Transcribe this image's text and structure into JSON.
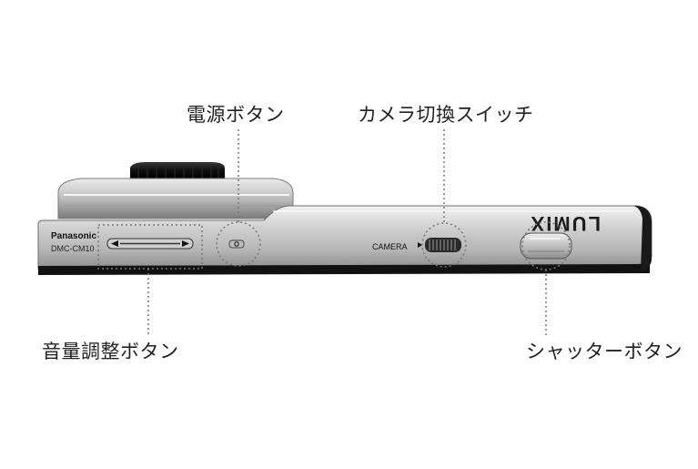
{
  "labels": {
    "power_button": "電源ボタン",
    "camera_switch": "カメラ切換スイッチ",
    "volume_button": "音量調整ボタン",
    "shutter_button": "シャッターボタン"
  },
  "camera": {
    "brand": "Panasonic",
    "model": "DMC-CM10",
    "logo": "LUMIX",
    "switch_label": "CAMERA"
  },
  "colors": {
    "body_dark": "#111111",
    "metal_light": "#dcdcdc",
    "metal_mid": "#a9a9a9",
    "callout_line": "#777777"
  }
}
